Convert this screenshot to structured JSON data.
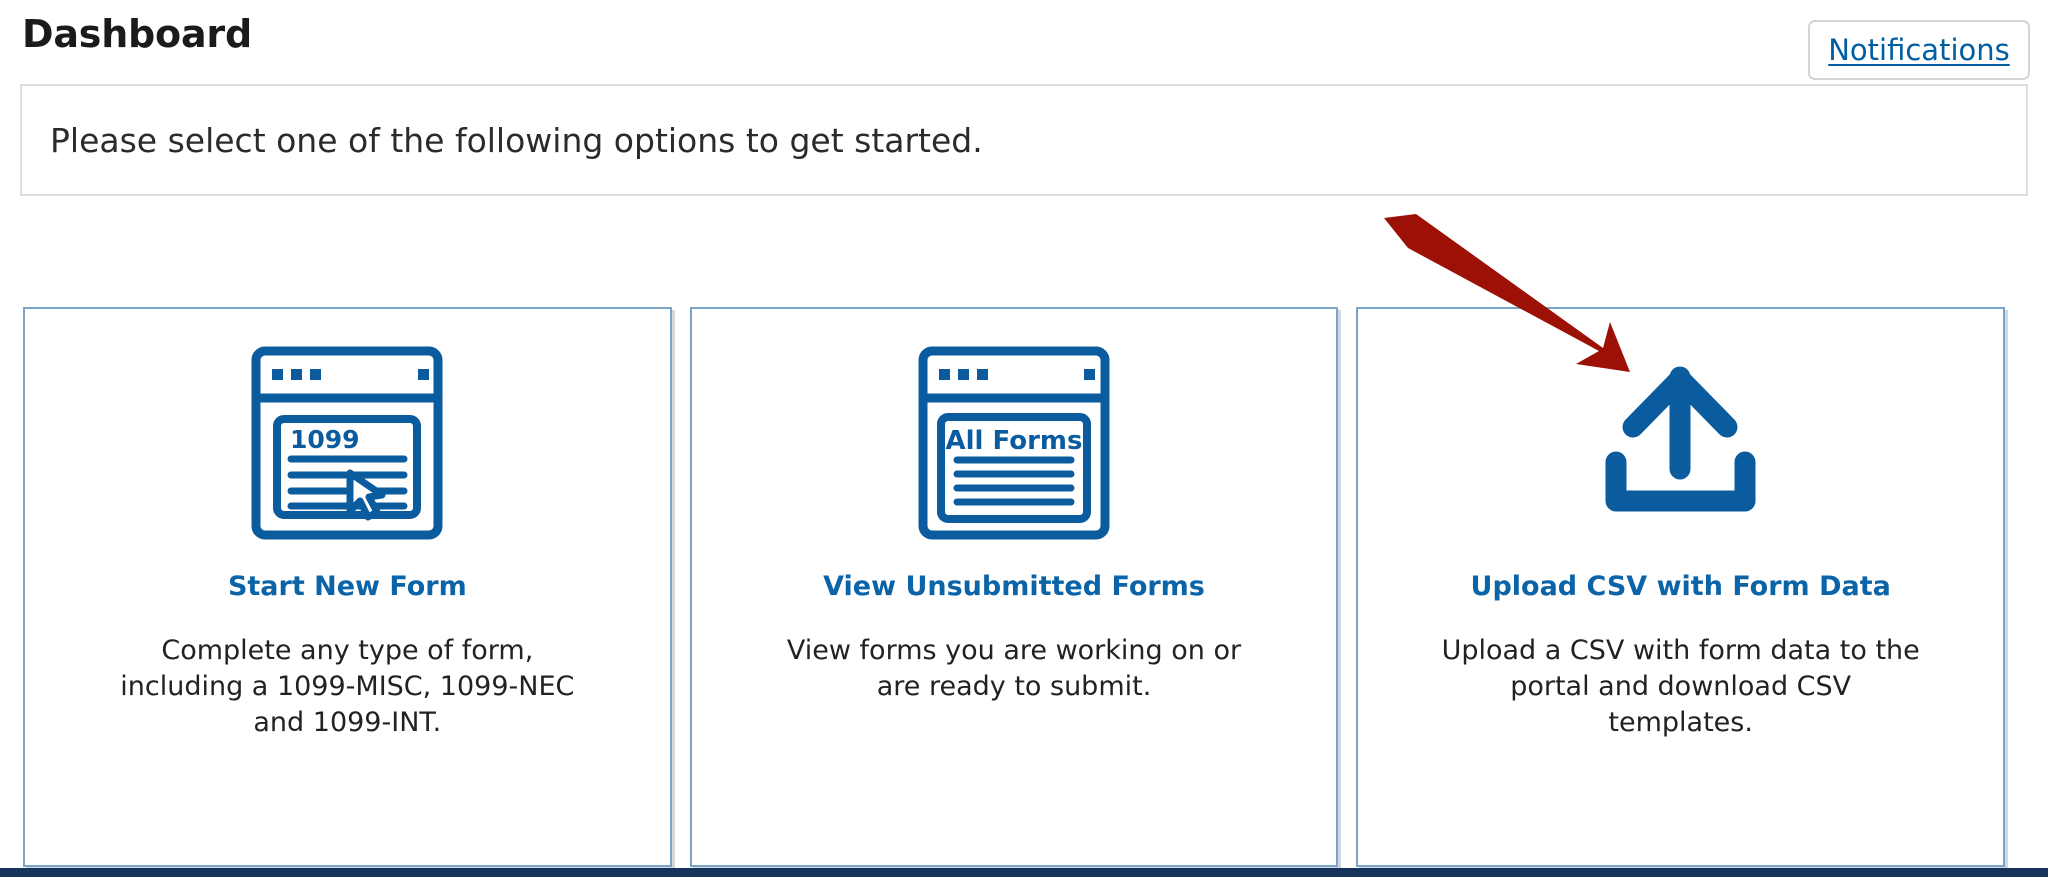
{
  "header": {
    "title": "Dashboard",
    "notifications_label": "Notifications"
  },
  "banner": {
    "text": "Please select one of the following options to get started."
  },
  "cards": [
    {
      "icon_name": "form-1099-window-icon",
      "icon_text": "1099",
      "title": "Start New Form",
      "description": "Complete any type of form, including a 1099-MISC, 1099-NEC and 1099-INT."
    },
    {
      "icon_name": "all-forms-window-icon",
      "icon_text": "All Forms",
      "title": "View Unsubmitted Forms",
      "description": "View forms you are working on or are ready to submit."
    },
    {
      "icon_name": "upload-tray-arrow-icon",
      "icon_text": "",
      "title": "Upload CSV with Form Data",
      "description": "Upload a CSV with form data to the portal and download CSV templates."
    }
  ],
  "annotation": {
    "arrow_name": "red-pointer-arrow",
    "target": "Upload CSV with Form Data"
  },
  "colors": {
    "brand_blue": "#0b63a8",
    "link_blue": "#005ea2",
    "icon_blue": "#0b5c9e",
    "card_border": "#7ba4c9",
    "annotation_red": "#9c1006",
    "footer_navy": "#16335c",
    "text_dark": "#1b1b1b"
  }
}
